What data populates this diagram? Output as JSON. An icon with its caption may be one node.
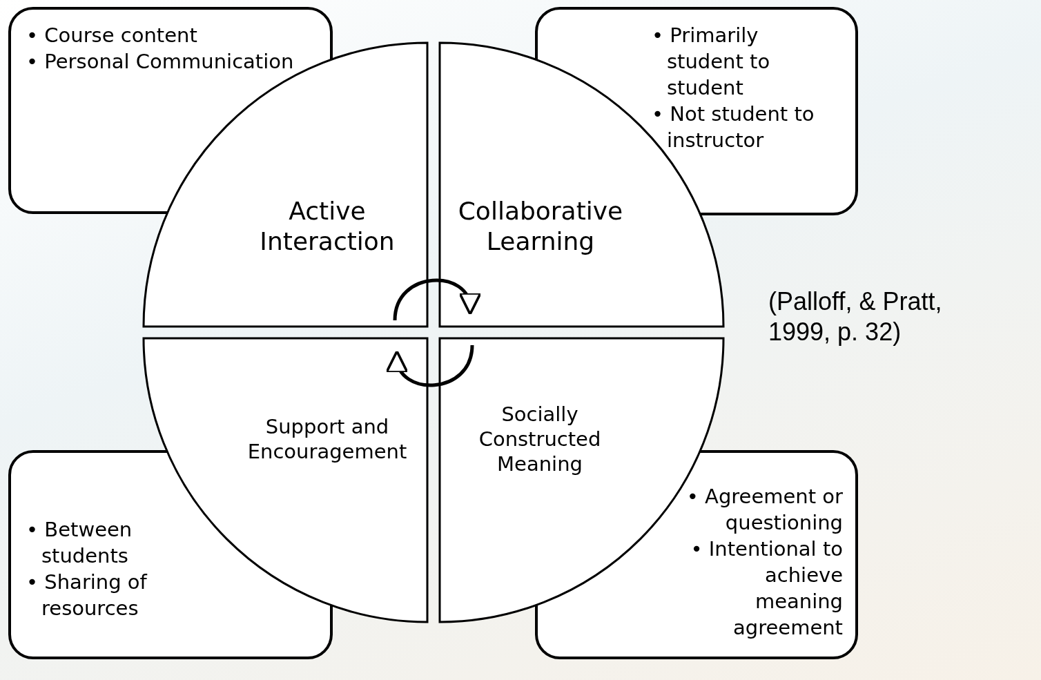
{
  "diagram": {
    "nodes": [
      {
        "text": [
          "• Course content",
          "• Personal Communication"
        ]
      },
      {
        "text": [
          "• Primarily student to student",
          "• Not student to instructor"
        ]
      },
      {
        "text": [
          "Active Interaction"
        ]
      },
      {
        "text": [
          "Collaborative Learning"
        ]
      },
      {
        "text": [
          "Support and Encouragement"
        ]
      },
      {
        "text": [
          "Socially Constructed Meaning"
        ]
      },
      {
        "text": [
          "• Between students",
          "• Sharing of resources"
        ]
      },
      {
        "text": [
          "• Agreement or questioning",
          "• Intentional to achieve meaning agreement"
        ]
      }
    ],
    "edges": [
      {
        "from": 2,
        "to": 3,
        "arrow": "to"
      },
      {
        "from": 5,
        "to": 4,
        "arrow": "to"
      }
    ],
    "labels": [
      "(Palloff, & Pratt, 1999, p. 32)"
    ]
  }
}
